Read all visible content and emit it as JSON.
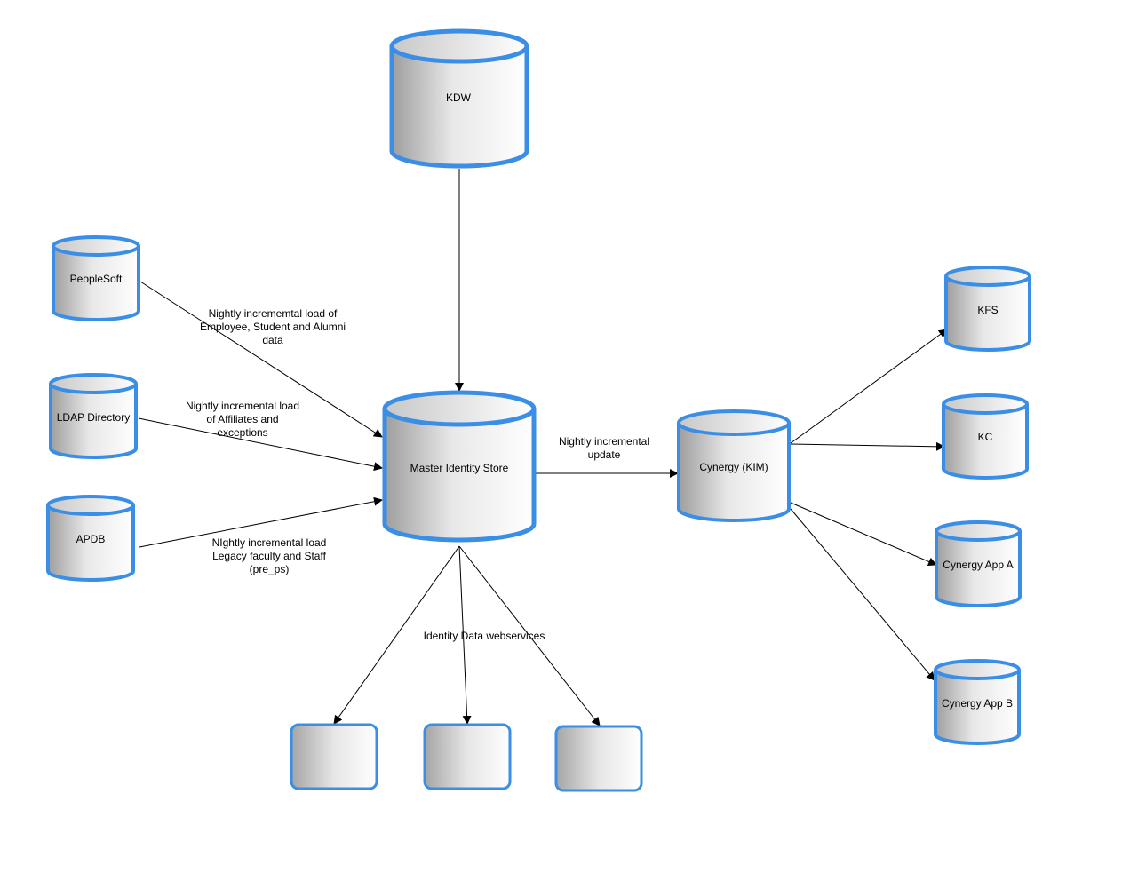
{
  "nodes": {
    "kdw": "KDW",
    "peoplesoft": "PeopleSoft",
    "ldap": "LDAP Directory",
    "apdb": "APDB",
    "master": "Master Identity Store",
    "cynergy": "Cynergy (KIM)",
    "kfs": "KFS",
    "kc": "KC",
    "app_a": "Cynergy App A",
    "app_b": "Cynergy App B"
  },
  "edges": {
    "peoplesoft_to_master": "Nightly incrememtal load of\nEmployee, Student and Alumni\ndata",
    "ldap_to_master": "Nightly incremental load\nof Affiliates and\nexceptions",
    "apdb_to_master": "NIghtly incremental load\nLegacy faculty and Staff\n(pre_ps)",
    "master_to_cynergy": "Nightly incremental\nupdate",
    "webservices": "Identity Data webservices"
  },
  "colors": {
    "border": "#3a8ee6",
    "fill_light": "#ffffff",
    "fill_dark": "#a9a9a9",
    "arrow": "#000000"
  }
}
